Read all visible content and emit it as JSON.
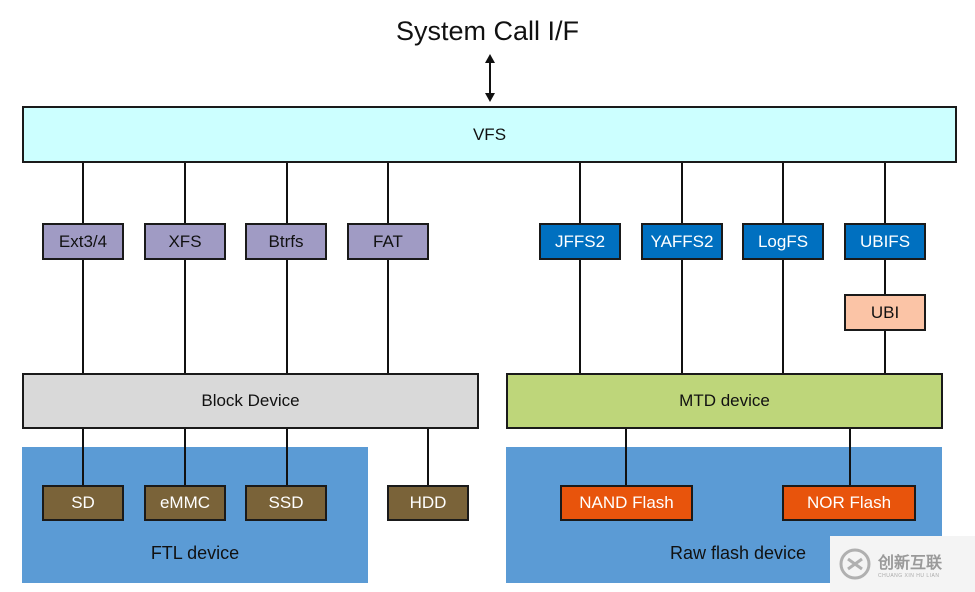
{
  "title": "System Call I/F",
  "vfs": "VFS",
  "block_fs": [
    "Ext3/4",
    "XFS",
    "Btrfs",
    "FAT"
  ],
  "flash_fs": [
    "JFFS2",
    "YAFFS2",
    "LogFS",
    "UBIFS"
  ],
  "ubi": "UBI",
  "block_device": "Block Device",
  "mtd_device": "MTD device",
  "ftl_devices": [
    "SD",
    "eMMC",
    "SSD"
  ],
  "hdd": "HDD",
  "raw_flash_devices": [
    "NAND Flash",
    "NOR Flash"
  ],
  "ftl_region_label": "FTL device",
  "raw_region_label": "Raw flash device",
  "watermark": {
    "text": "创新互联",
    "sub": "CHUANG XIN HU LIAN"
  },
  "colors": {
    "vfs": "#ccffff",
    "block_fs": "#a09bc4",
    "flash_fs": "#0070c0",
    "ubi": "#fbc4a6",
    "block_device": "#d9d9d9",
    "mtd_device": "#bed67a",
    "ftl_device": "#7a6339",
    "raw_flash": "#e8540c",
    "region": "#5b9bd5"
  }
}
